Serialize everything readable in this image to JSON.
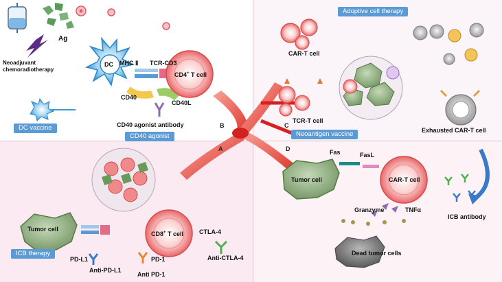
{
  "labels": {
    "ag": "Ag",
    "neoadjuvant_1": "Neoadjuvant",
    "neoadjuvant_2": "chemoradiotherapy",
    "dc": "DC",
    "mhc_ii": "MHC Ⅱ",
    "tcr_cd3": "TCR-CD3",
    "cd4": "CD4",
    "cd4_sup": "+",
    "t_cell_suffix": " T cell",
    "cd40": "CD40",
    "cd40l": "CD40L",
    "cd40_agonist_antibody": "CD40 agonist antibody",
    "letter_a": "A",
    "letter_b": "B",
    "letter_c": "C",
    "letter_d": "D",
    "car_t_cell": "CAR-T cell",
    "tcr_t_cell": "TCR-T cell",
    "exhausted_car_t_cell": "Exhausted CAR-T cell",
    "tumor_cell": "Tumor cell",
    "cd8": "CD8",
    "cd8_sup": "+",
    "ctla4": "CTLA-4",
    "anti_ctla4": "Anti-CTLA-4",
    "pd_l1": "PD-L1",
    "pd_1": "PD-1",
    "anti_pd_l1": "Anti-PD-L1",
    "anti_pd_1": "Anti PD-1",
    "fas": "Fas",
    "fasl": "FasL",
    "granzyme": "Granzyme",
    "tnf_alpha": "TNFα",
    "dead_tumor_cells": "Dead tumor cells",
    "icb_antibody": "ICB antibody"
  },
  "badges": {
    "dc_vaccine": "DC vaccine",
    "cd40_agonist": "CD40 agonist",
    "adoptive_cell_therapy": "Adoptive cell therapy",
    "neoantigen_vaccine": "Neoantigen vaccine",
    "icb_therapy": "ICB therapy"
  },
  "colors": {
    "badge": "#5b9bd5",
    "t_cell": "#e8686a",
    "tumor_cell": "#7a9a6a",
    "dendritic_cell": "#3a9ad9",
    "vessel": "#e0362c"
  }
}
